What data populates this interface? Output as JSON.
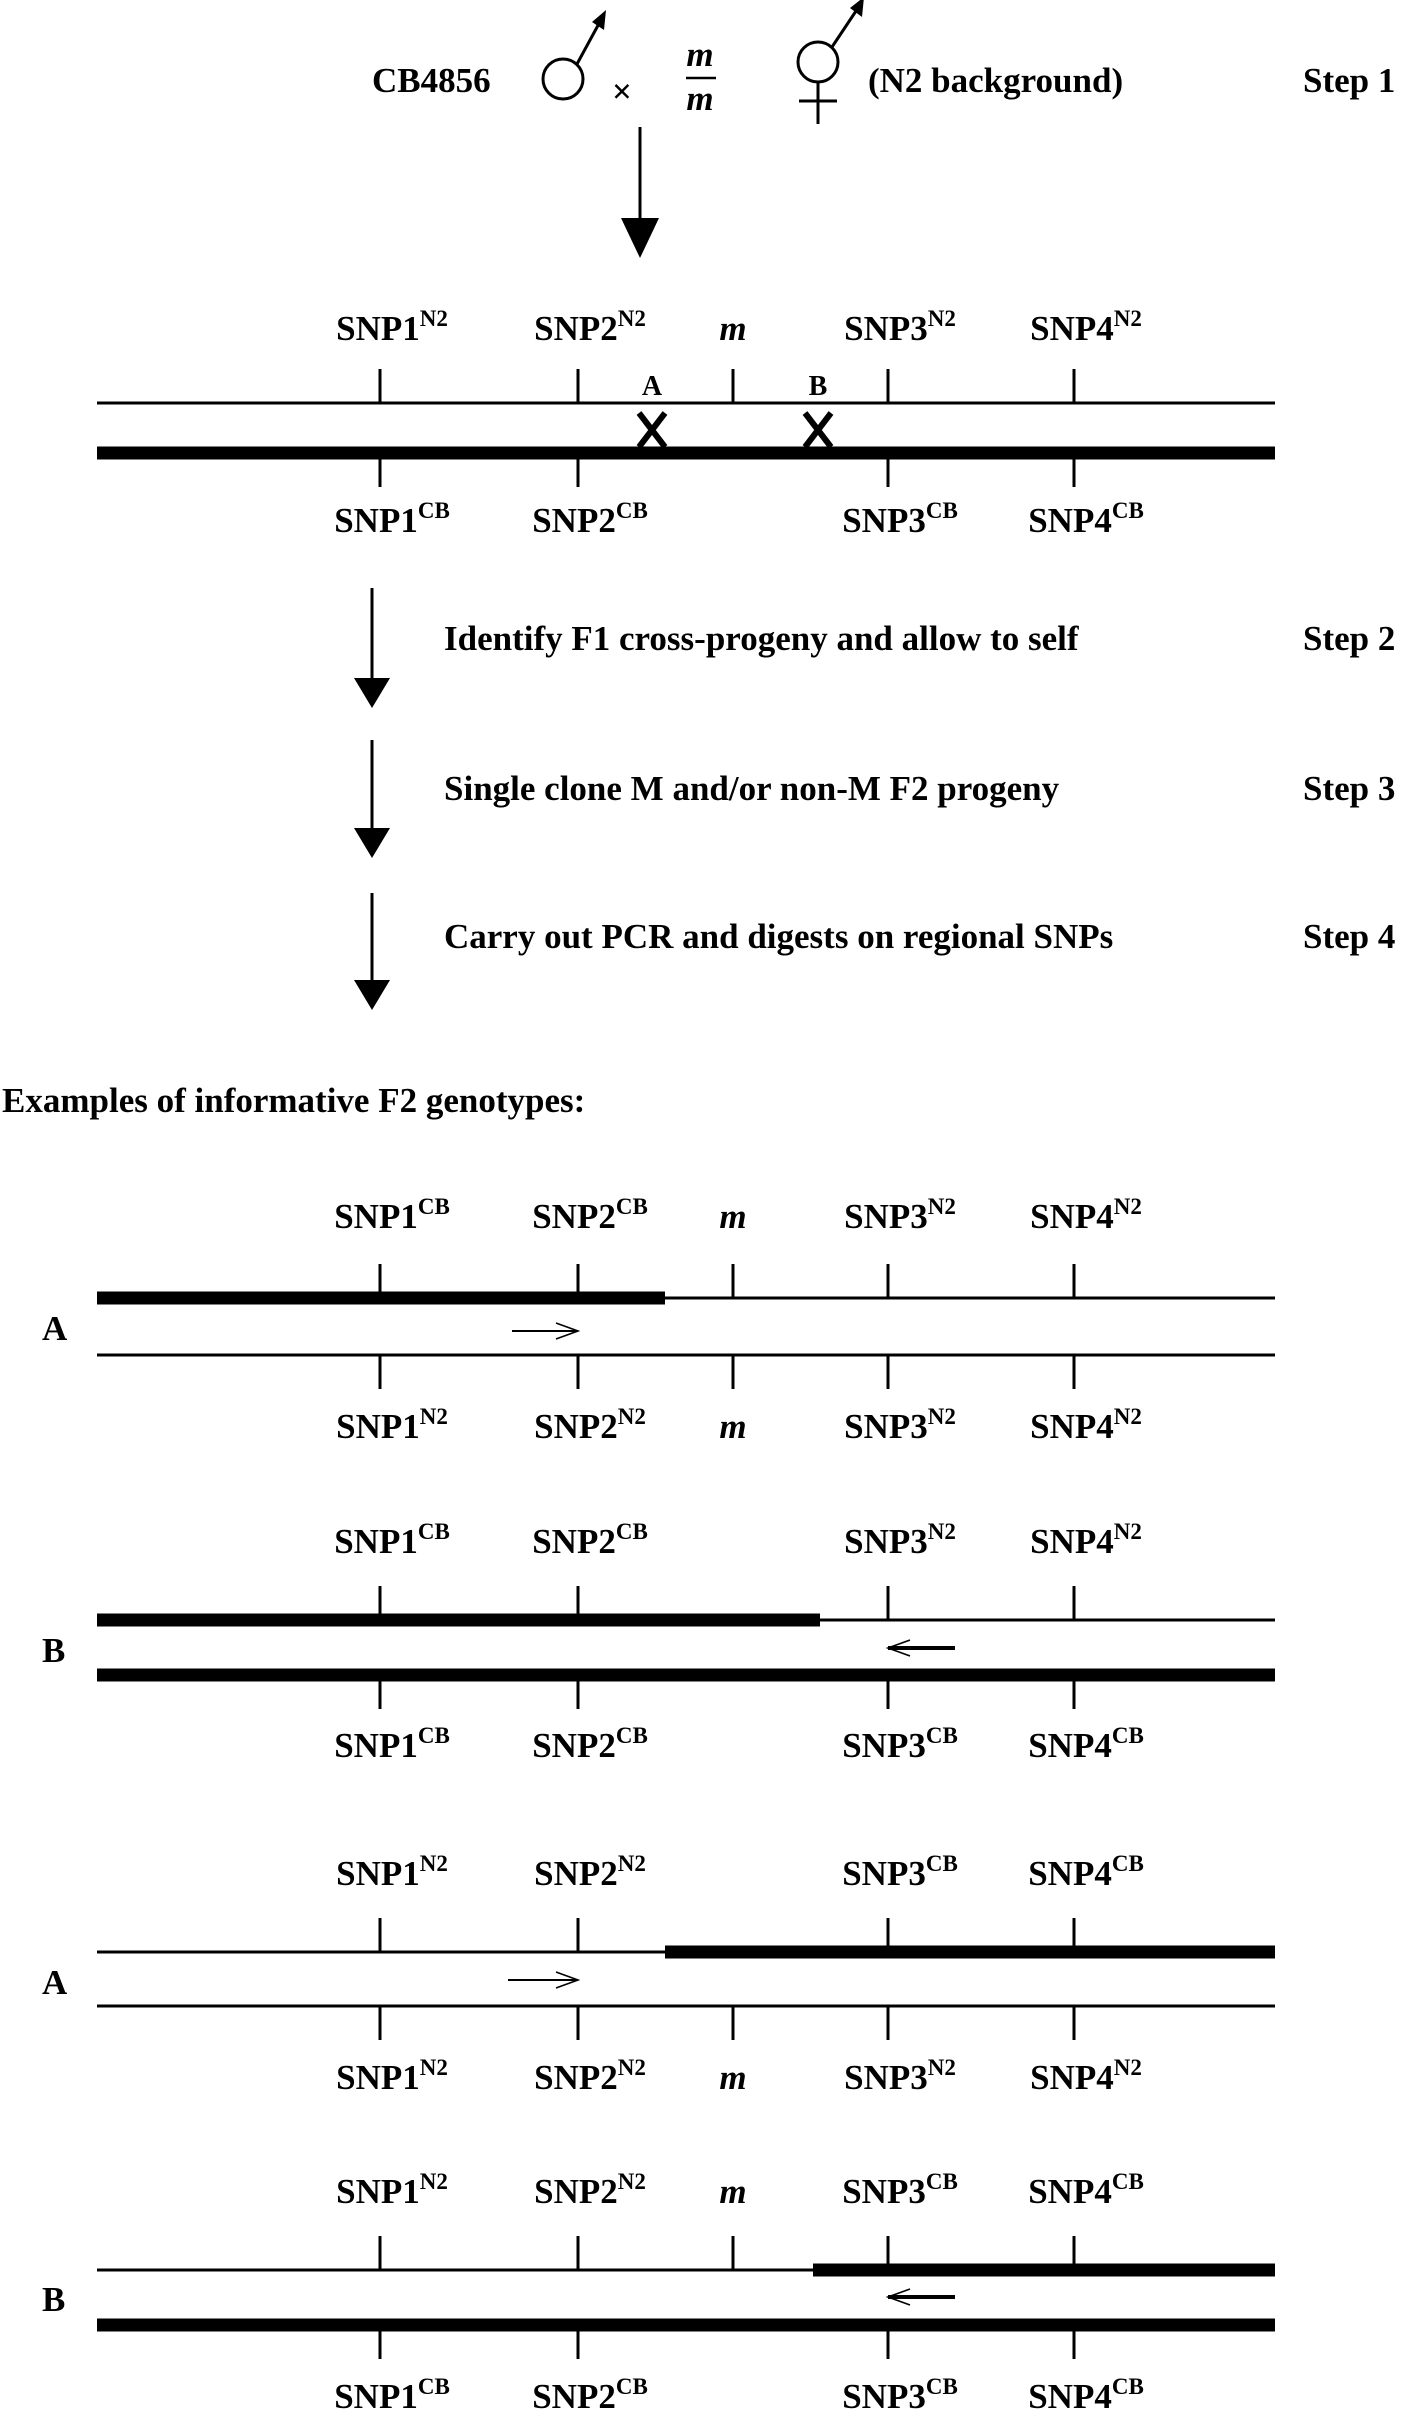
{
  "step1": {
    "male_strain": "CB4856",
    "cross": "×",
    "fraction_num": "m",
    "fraction_den": "m",
    "background": "(N2 background)",
    "label": "Step 1"
  },
  "parent": {
    "top": [
      {
        "base": "SNP1",
        "sup": "N2"
      },
      {
        "base": "SNP2",
        "sup": "N2"
      },
      {
        "base": "m",
        "sup": ""
      },
      {
        "base": "SNP3",
        "sup": "N2"
      },
      {
        "base": "SNP4",
        "sup": "N2"
      }
    ],
    "bottom": [
      {
        "base": "SNP1",
        "sup": "CB"
      },
      {
        "base": "SNP2",
        "sup": "CB"
      },
      {
        "base": "SNP3",
        "sup": "CB"
      },
      {
        "base": "SNP4",
        "sup": "CB"
      }
    ],
    "crossover_a": "A",
    "crossover_b": "B"
  },
  "steps": [
    {
      "text": "Identify F1 cross-progeny and allow to self",
      "label": "Step 2"
    },
    {
      "text": "Single clone M and/or non-M F2 progeny",
      "label": "Step 3"
    },
    {
      "text": "Carry out PCR and digests on regional SNPs",
      "label": "Step 4"
    }
  ],
  "examples_heading": "Examples of informative F2 genotypes:",
  "examples": [
    {
      "letter": "A",
      "top": [
        {
          "base": "SNP1",
          "sup": "CB"
        },
        {
          "base": "SNP2",
          "sup": "CB"
        },
        {
          "base": "m",
          "sup": ""
        },
        {
          "base": "SNP3",
          "sup": "N2"
        },
        {
          "base": "SNP4",
          "sup": "N2"
        }
      ],
      "bottom": [
        {
          "base": "SNP1",
          "sup": "N2"
        },
        {
          "base": "SNP2",
          "sup": "N2"
        },
        {
          "base": "m",
          "sup": ""
        },
        {
          "base": "SNP3",
          "sup": "N2"
        },
        {
          "base": "SNP4",
          "sup": "N2"
        }
      ]
    },
    {
      "letter": "B",
      "top": [
        {
          "base": "SNP1",
          "sup": "CB"
        },
        {
          "base": "SNP2",
          "sup": "CB"
        },
        {
          "base": "SNP3",
          "sup": "N2"
        },
        {
          "base": "SNP4",
          "sup": "N2"
        }
      ],
      "bottom": [
        {
          "base": "SNP1",
          "sup": "CB"
        },
        {
          "base": "SNP2",
          "sup": "CB"
        },
        {
          "base": "SNP3",
          "sup": "CB"
        },
        {
          "base": "SNP4",
          "sup": "CB"
        }
      ]
    },
    {
      "letter": "A",
      "top": [
        {
          "base": "SNP1",
          "sup": "N2"
        },
        {
          "base": "SNP2",
          "sup": "N2"
        },
        {
          "base": "SNP3",
          "sup": "CB"
        },
        {
          "base": "SNP4",
          "sup": "CB"
        }
      ],
      "bottom": [
        {
          "base": "SNP1",
          "sup": "N2"
        },
        {
          "base": "SNP2",
          "sup": "N2"
        },
        {
          "base": "m",
          "sup": ""
        },
        {
          "base": "SNP3",
          "sup": "N2"
        },
        {
          "base": "SNP4",
          "sup": "N2"
        }
      ]
    },
    {
      "letter": "B",
      "top": [
        {
          "base": "SNP1",
          "sup": "N2"
        },
        {
          "base": "SNP2",
          "sup": "N2"
        },
        {
          "base": "m",
          "sup": ""
        },
        {
          "base": "SNP3",
          "sup": "CB"
        },
        {
          "base": "SNP4",
          "sup": "CB"
        }
      ],
      "bottom": [
        {
          "base": "SNP1",
          "sup": "CB"
        },
        {
          "base": "SNP2",
          "sup": "CB"
        },
        {
          "base": "SNP3",
          "sup": "CB"
        },
        {
          "base": "SNP4",
          "sup": "CB"
        }
      ]
    }
  ]
}
